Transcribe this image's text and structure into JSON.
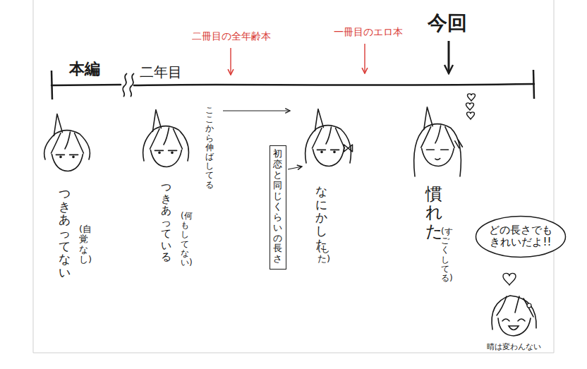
{
  "diagram": {
    "nodes": [
      {
        "text": [
          "初恋と同じくらいの長さ"
        ]
      },
      {
        "text": [
          "どの長さでも きれいだよ!!"
        ]
      }
    ],
    "labels": [
      "今回",
      "二冊目の全年齢本",
      "一冊目のエロ本",
      "本編",
      "二年目",
      "ここから伸ばしてる",
      "つきあってない",
      "(自覚なし)",
      "つきあっている",
      "(何もしてない)",
      "なにかした",
      "(した)",
      "慣れた",
      "(すごくしてる)",
      "晴は変わんない"
    ]
  }
}
